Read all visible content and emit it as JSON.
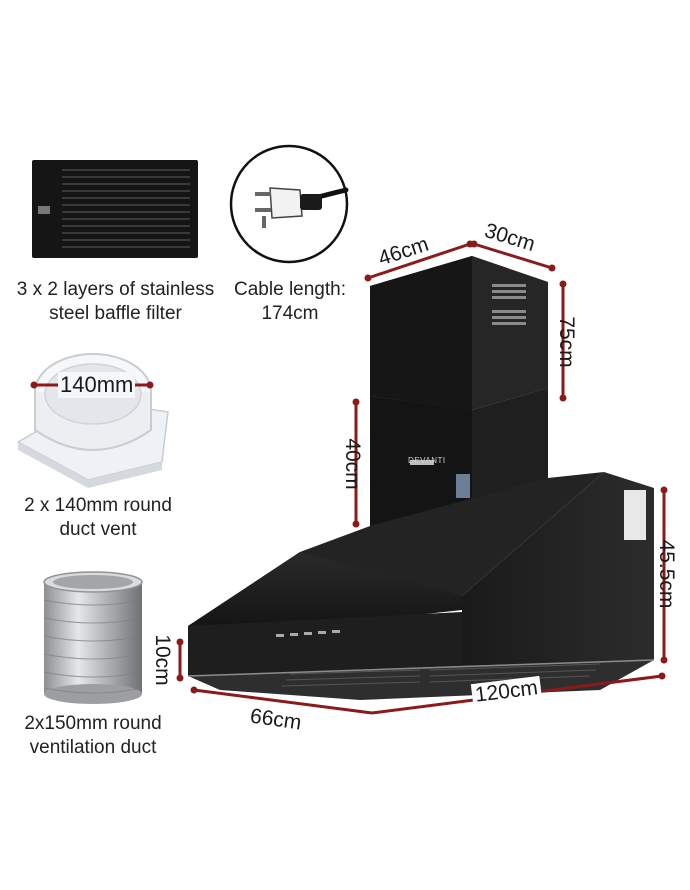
{
  "colors": {
    "dimension_line": "#8b1a1a",
    "hood_body": "#1c1c1c",
    "filter": "#151515",
    "text": "#222222"
  },
  "accessories": [
    {
      "icon": "baffle-filter-icon",
      "line1": "3 x 2 layers of stainless",
      "line2": "steel baffle filter"
    },
    {
      "icon": "power-plug-icon",
      "line1": "Cable length:",
      "line2": "174cm"
    },
    {
      "icon": "duct-vent-icon",
      "line1": "2 x 140mm round",
      "line2": "duct vent"
    },
    {
      "icon": "ventilation-duct-icon",
      "line1": "2x150mm round",
      "line2": "ventilation duct"
    }
  ],
  "vent_diameter_label": "140mm",
  "hood_brand": "DEVANTI",
  "dimensions": {
    "chimney_width": "46cm",
    "chimney_depth": "30cm",
    "chimney_upper_height": "75cm",
    "chimney_lower_height": "40cm",
    "canopy_height": "45.5cm",
    "front_height": "10cm",
    "depth": "66cm",
    "width": "120cm"
  }
}
